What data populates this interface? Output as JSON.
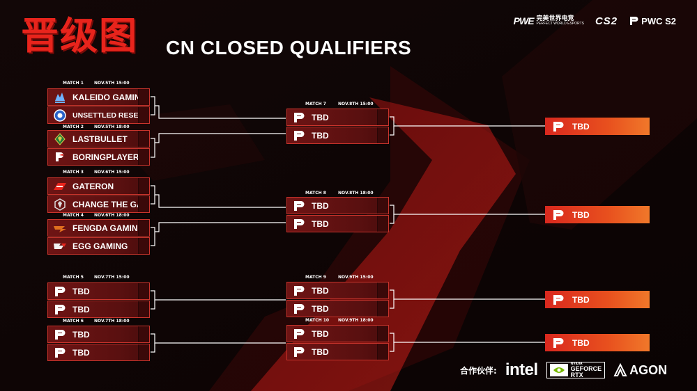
{
  "header": {
    "title_cn": "晋级图",
    "title_en": "CN CLOSED QUALIFIERS",
    "logos": {
      "pwe_mark": "PWE",
      "pwe_cn": "完美世界电竞",
      "pwe_en": "PERFECT WORLD ESPORTS",
      "cs2": "CS2",
      "pwc": "PWC S2"
    }
  },
  "round1": [
    {
      "label": "MATCH 1",
      "time": "NOV.5TH 15:00",
      "teams": [
        "KALEIDO GAMING",
        "UNSETTLED RESENTMENT"
      ]
    },
    {
      "label": "MATCH 2",
      "time": "NOV.5TH 18:00",
      "teams": [
        "LASTBULLET",
        "BORINGPLAYER"
      ]
    },
    {
      "label": "MATCH 3",
      "time": "NOV.6TH 15:00",
      "teams": [
        "GATERON",
        "CHANGE THE GAME"
      ]
    },
    {
      "label": "MATCH 4",
      "time": "NOV.6TH 18:00",
      "teams": [
        "FENGDA GAMING",
        "EGG GAMING"
      ]
    },
    {
      "label": "MATCH 5",
      "time": "NOV.7TH 15:00",
      "teams": [
        "TBD",
        "TBD"
      ]
    },
    {
      "label": "MATCH 6",
      "time": "NOV.7TH 18:00",
      "teams": [
        "TBD",
        "TBD"
      ]
    }
  ],
  "round2": [
    {
      "label": "MATCH 7",
      "time": "NOV.8TH 15:00",
      "teams": [
        "TBD",
        "TBD"
      ]
    },
    {
      "label": "MATCH 8",
      "time": "NOV.8TH 18:00",
      "teams": [
        "TBD",
        "TBD"
      ]
    },
    {
      "label": "MATCH 9",
      "time": "NOV.9TH 15:00",
      "teams": [
        "TBD",
        "TBD"
      ]
    },
    {
      "label": "MATCH 10",
      "time": "NOV.9TH 18:00",
      "teams": [
        "TBD",
        "TBD"
      ]
    }
  ],
  "finals": [
    "TBD",
    "TBD",
    "TBD",
    "TBD"
  ],
  "partners": {
    "label": "合作伙伴:",
    "intel": "intel",
    "nvidia": "NVIDIA",
    "geforce_l1": "GEFORCE",
    "geforce_l2": "RTX",
    "agon": "AGON"
  },
  "colors": {
    "accent_red": "#e8241c",
    "slot_bg": "#6e1414",
    "final_orange": "#f0782a"
  }
}
